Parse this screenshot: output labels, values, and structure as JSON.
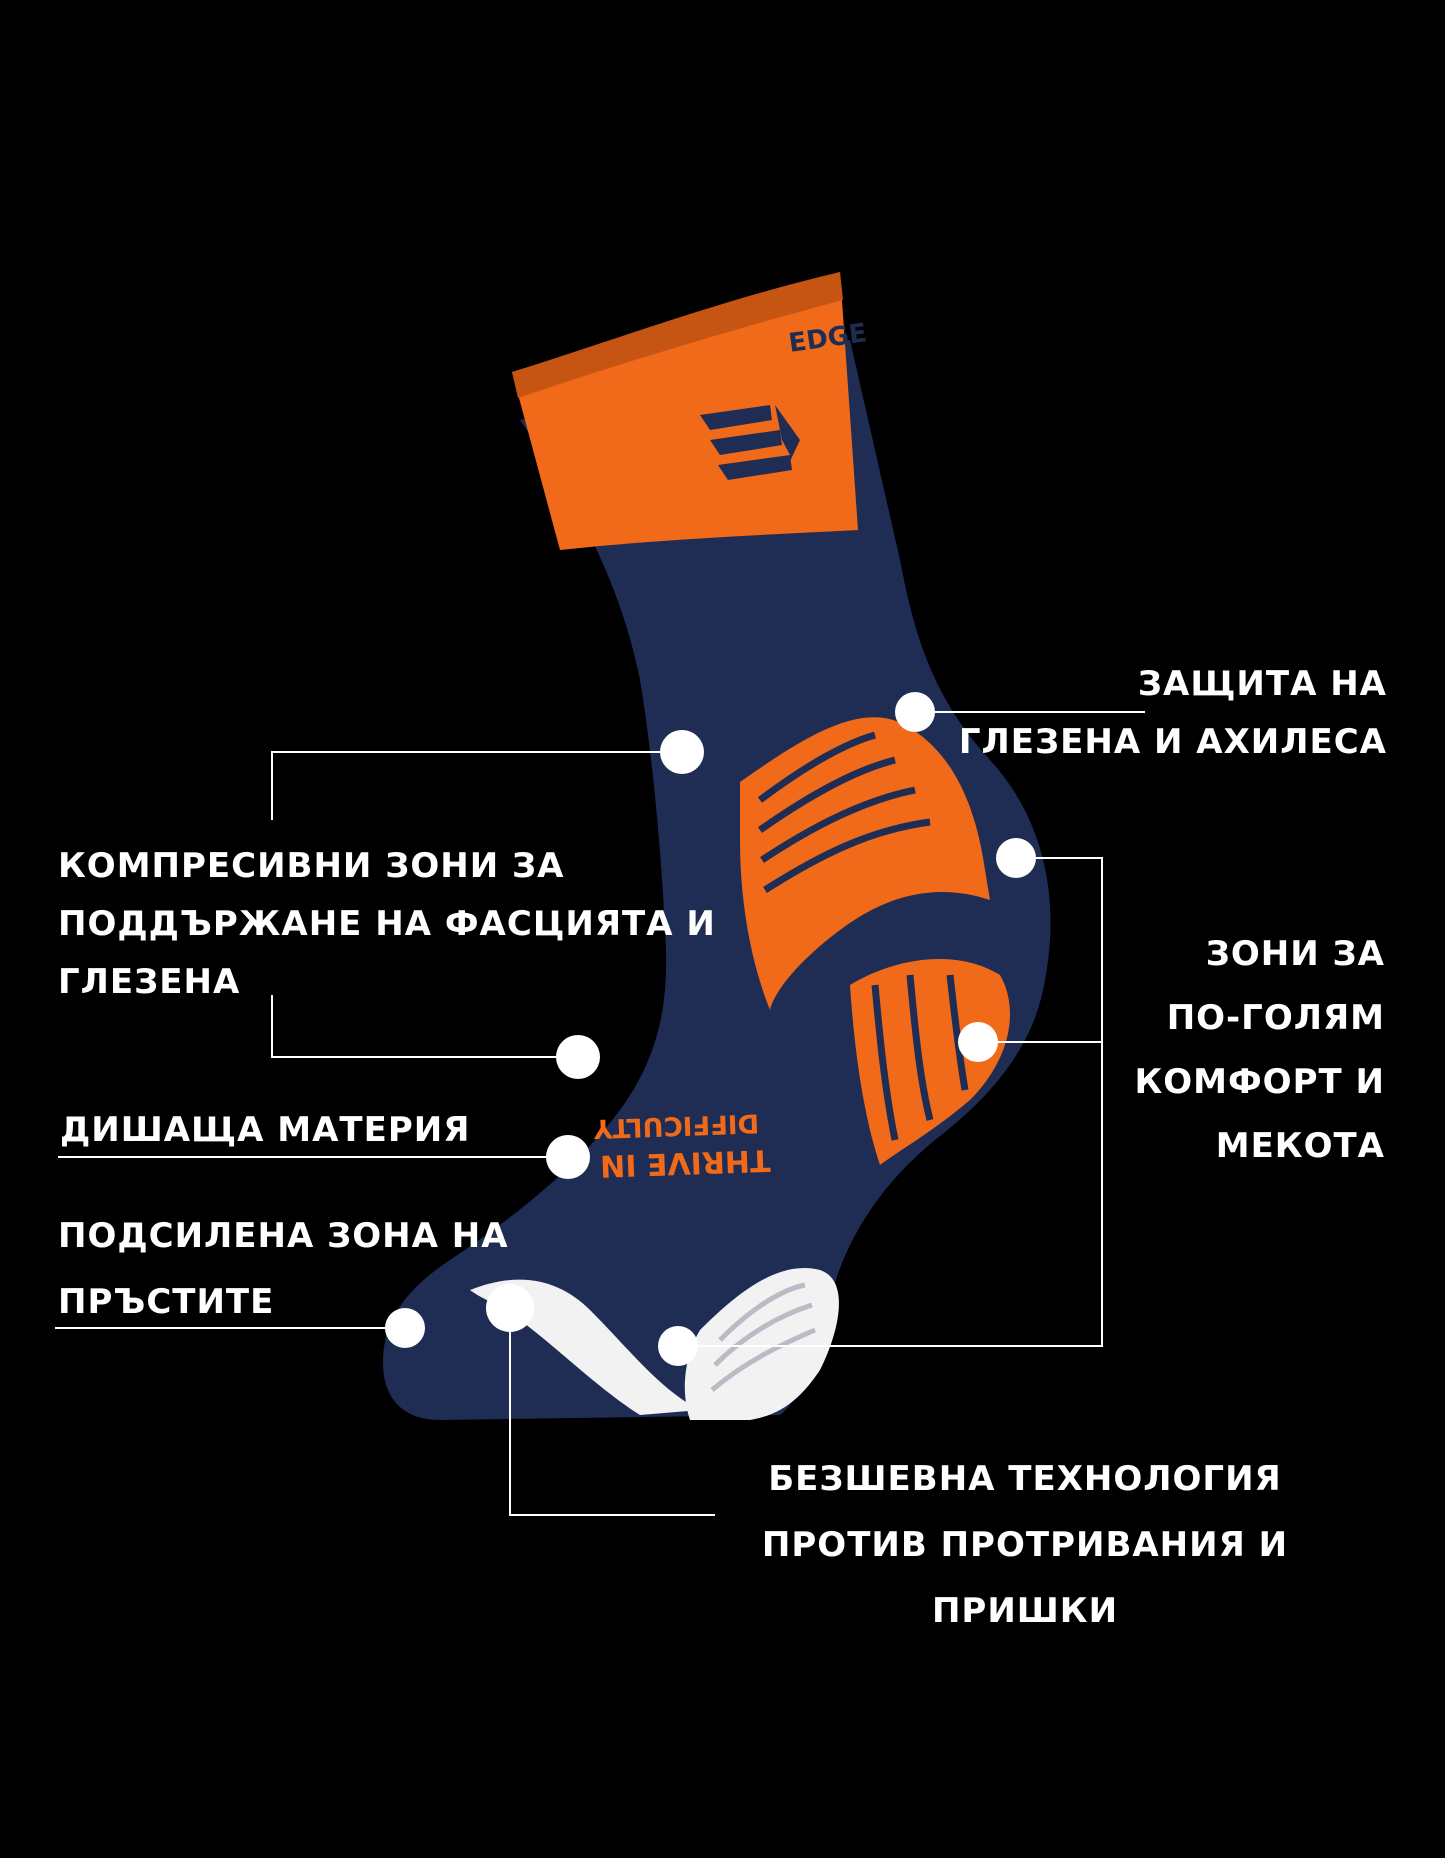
{
  "colors": {
    "background": "#000000",
    "sock_navy": "#1f2d55",
    "sock_orange": "#f06a1a",
    "sock_white": "#f2f2f2",
    "callout": "#ffffff"
  },
  "sock": {
    "brand_text": "EDGE",
    "slogan_line1": "THRIVE IN",
    "slogan_line2": "DIFFICULTY"
  },
  "callouts": {
    "ankle_achilles": [
      "ЗАЩИТА НА",
      "ГЛЕЗЕНА И АХИЛЕСА"
    ],
    "compression": [
      "КОМПРЕСИВНИ ЗОНИ ЗА",
      "ПОДДЪРЖАНЕ НА ФАСЦИЯТА И",
      "ГЛЕЗЕНА"
    ],
    "comfort": [
      "ЗОНИ ЗА",
      "ПО-ГОЛЯМ",
      "КОМФОРТ И",
      "МЕКОТА"
    ],
    "breathable": [
      "ДИШАЩА МАТЕРИЯ"
    ],
    "toe": [
      "ПОДСИЛЕНА ЗОНА НА",
      "ПРЪСТИТЕ"
    ],
    "seamless": [
      "БЕЗШЕВНА ТЕХНОЛОГИЯ",
      "ПРОТИВ ПРОТРИВАНИЯ И",
      "ПРИШКИ"
    ]
  }
}
